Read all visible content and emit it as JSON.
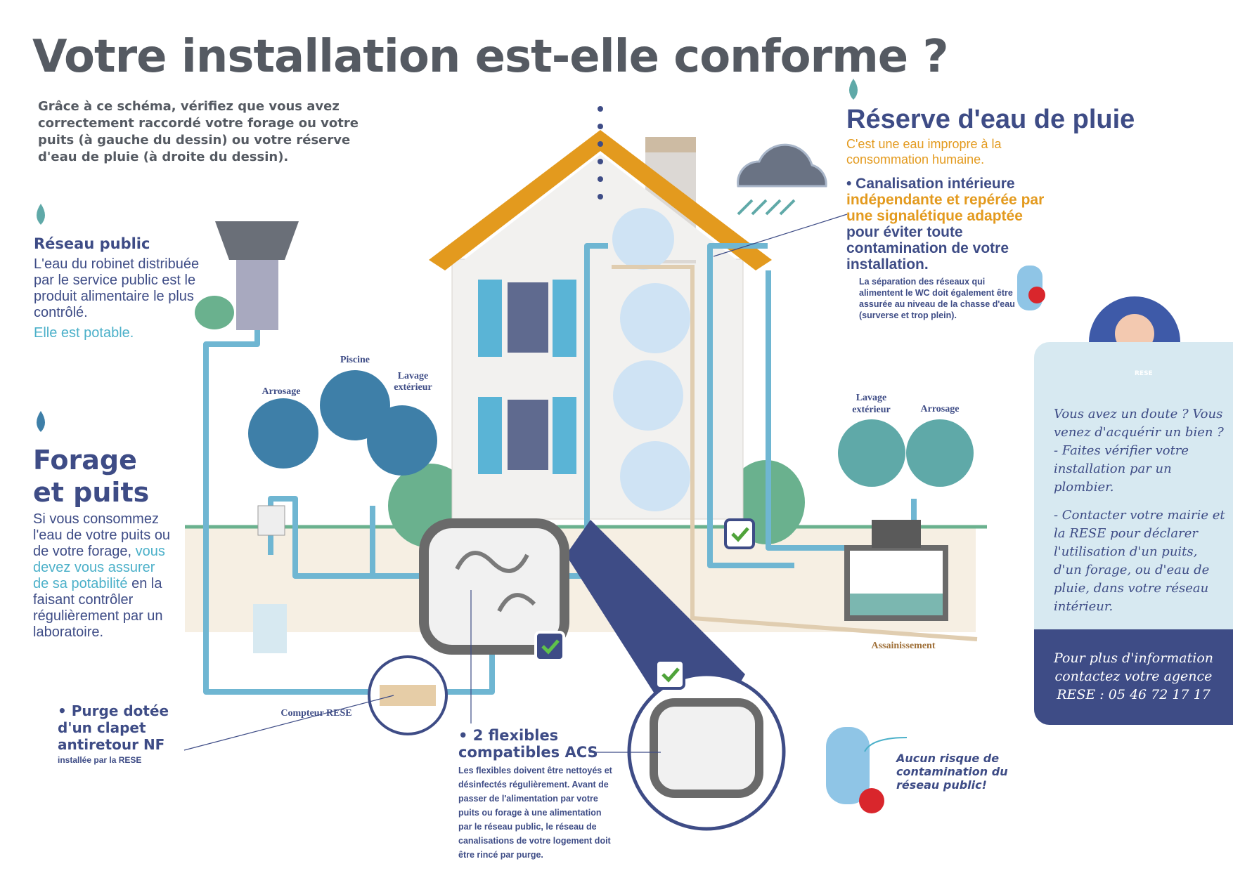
{
  "title": "Votre installation est-elle conforme ?",
  "intro": "Grâce à ce schéma, vérifiez que vous avez correctement raccordé votre forage ou votre puits (à gauche du dessin) ou votre réserve d'eau de pluie (à droite du dessin).",
  "reseau_public": {
    "title": "Réseau public",
    "text": "L'eau du robinet distribuée par le service public est le produit alimentaire le plus contrôlé.",
    "potable": "Elle est potable."
  },
  "forage": {
    "title_1": "Forage",
    "title_2": "et puits",
    "text_1": "Si vous consommez l'eau de votre puits ou de votre forage,",
    "text_highlight": "vous devez vous assurer de sa potabilité",
    "text_2": "en la faisant contrôler régulièrement par un laboratoire."
  },
  "purge": {
    "title": "• Purge dotée d'un clapet antiretour NF",
    "sub": "installée par la RESE"
  },
  "flexibles": {
    "title": "• 2 flexibles compatibles ACS",
    "text": "Les flexibles doivent être nettoyés et désinfectés régulièrement. Avant de passer de l'alimentation par votre puits ou forage à une alimentation par le réseau public, le réseau de canalisations de votre logement doit être rincé par purge."
  },
  "labels": {
    "arrosage": "Arrosage",
    "piscine": "Piscine",
    "lavage": "Lavage extérieur",
    "compteur": "Compteur RESE",
    "assainissement": "Assainissement",
    "arrosage_r": "Arrosage",
    "lavage_r": "Lavage extérieur"
  },
  "pluie": {
    "title": "Réserve d'eau de pluie",
    "subtitle": "C'est une eau impropre à la consommation humaine.",
    "bullet_1": "• Canalisation intérieure",
    "bullet_highlight": "indépendante et repérée par une signalétique adaptée",
    "bullet_2": "pour éviter toute contamination de votre installation.",
    "note": "La séparation des réseaux qui alimentent le WC doit également être assurée au niveau de la chasse d'eau (surverse et trop plein)."
  },
  "aucun_risque": "Aucun risque de contamination du réseau public!",
  "panel": {
    "question": "Vous avez un doute ? Vous venez d'acquérir un bien ?",
    "item_1": "- Faites vérifier votre installation par un plombier.",
    "item_2": "- Contacter votre mairie et la RESE pour déclarer l'utilisation d'un puits, d'un forage, ou d'eau de pluie, dans votre réseau intérieur.",
    "contact": "Pour plus d'information contactez votre agence RESE : 05 46 72 17 17",
    "logo": "RESE"
  },
  "colors": {
    "navy": "#3e4c86",
    "orange": "#e39a1e",
    "teal": "#4bb0c9",
    "pipe": "#6fb6d2",
    "panel": "#d7e9f1"
  }
}
